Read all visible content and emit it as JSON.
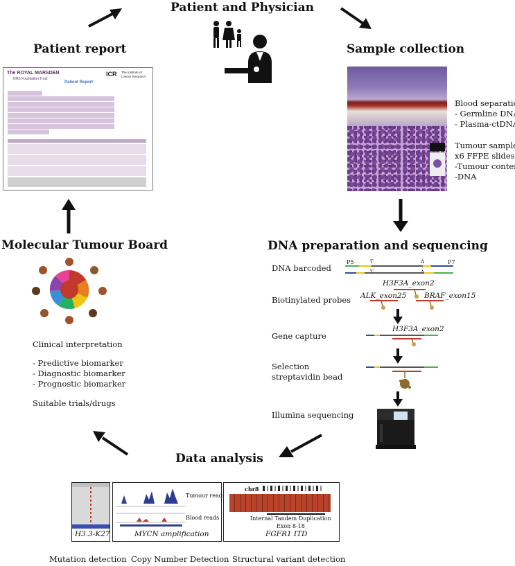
{
  "headings": {
    "patient_physician": "Patient and Physician",
    "patient_report": "Patient report",
    "sample_collection": "Sample collection",
    "molecular_tumour_board": "Molecular Tumour Board",
    "dna_prep": "DNA preparation and sequencing",
    "data_analysis": "Data analysis"
  },
  "report": {
    "org_left_1": "The ROYAL MARSDEN",
    "org_left_2": "NHS Foundation Trust",
    "org_right_logo": "ICR",
    "org_right_1": "The Institute of",
    "org_right_2": "Cancer Research",
    "title": "Patient Report"
  },
  "sample": {
    "blood_title": "Blood separation",
    "blood_items": [
      "- Germline DNA",
      "- Plasma-ctDNA"
    ],
    "tumour_lines": [
      "Tumour sample",
      "x6 FFPE slides",
      "-Tumour content",
      "-DNA"
    ]
  },
  "board": {
    "lines": [
      "Clinical interpretation",
      "",
      "- Predictive biomarker",
      "- Diagnostic biomarker",
      "- Prognostic biomarker",
      "",
      "Suitable trials/drugs"
    ]
  },
  "dna_steps": {
    "barcoded": "DNA barcoded",
    "probes": "Biotinylated probes",
    "capture": "Gene capture",
    "selection_1": "Selection",
    "selection_2": "streptavidin bead",
    "illumina": "Illumina sequencing",
    "p5": "P5",
    "p7": "P7",
    "t": "T",
    "a": "A",
    "probe_h3f3a": "H3F3A_exon2",
    "probe_alk": "ALK_exon25",
    "probe_braf": "BRAF_exon15",
    "capture_label": "H3F3A_exon2"
  },
  "analysis": {
    "panel1_caption": "H3.3-K27",
    "panel2_caption": "MYCN amplification",
    "panel2_tumour": "Tumour reads",
    "panel2_blood": "Blood reads",
    "panel3_chr": "chr8",
    "panel3_label_1": "Internal Tandem Duplication",
    "panel3_label_2": "Exon 8-18",
    "panel3_caption": "FGFR1 ITD",
    "bottom_1": "Mutation detection",
    "bottom_2": "Copy Number Detection",
    "bottom_3": "Structural variant detection"
  },
  "colors": {
    "report_purple": "#d6c3dc",
    "itd_red": "#b9432a",
    "probe_red": "#c0392b",
    "adapter_green": "#4caf50",
    "adapter_blue": "#2b4fa0",
    "bead_brown": "#8b6a2e"
  }
}
